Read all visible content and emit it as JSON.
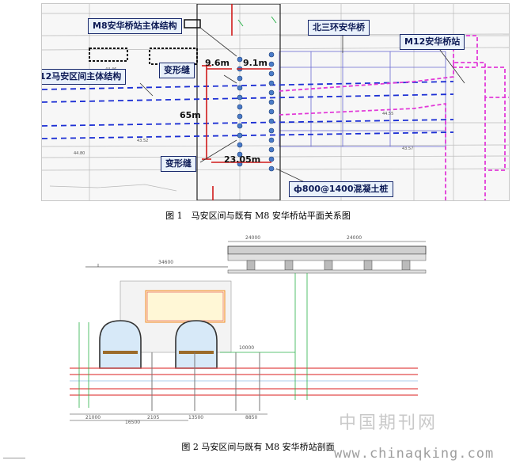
{
  "figure1": {
    "labels": {
      "m8_structure": "M8安华桥站主体结构",
      "north3ring_bridge": "北三环安华桥",
      "m12_station": "M12安华桥站",
      "m12_tunnel": "M12马安区间主体结构",
      "deform_joint_top": "变形缝",
      "deform_joint_bottom": "变形缝",
      "pile": "ф800@1400混凝土桩"
    },
    "dimensions": {
      "d96": "9.6m",
      "d91": "9.1m",
      "d65": "65m",
      "d2305": "23.05m"
    },
    "caption": "图 1　马安区间与既有 M8 安华桥站平面关系图"
  },
  "figure2": {
    "dims": {
      "top_left": "24000",
      "top_right": "24000",
      "left_span": "34600",
      "mid_len": "10000",
      "bottom_a": "21000",
      "bottom_b": "2105",
      "bottom_c": "13500",
      "bottom_d": "8850",
      "bottom_total": "16500"
    },
    "caption": "图 2 马安区间与既有 M8 安华桥站剖面"
  },
  "watermark": {
    "cn": "中国期刊网",
    "url": "www.chinaqking.com"
  },
  "colors": {
    "callout_border": "#1a2a6c",
    "blue_dash": "#1c2fd4",
    "magenta": "#e23ad8",
    "red": "#d11a1a",
    "pile_blue": "#4a7bc8",
    "green": "#2bb34a"
  }
}
